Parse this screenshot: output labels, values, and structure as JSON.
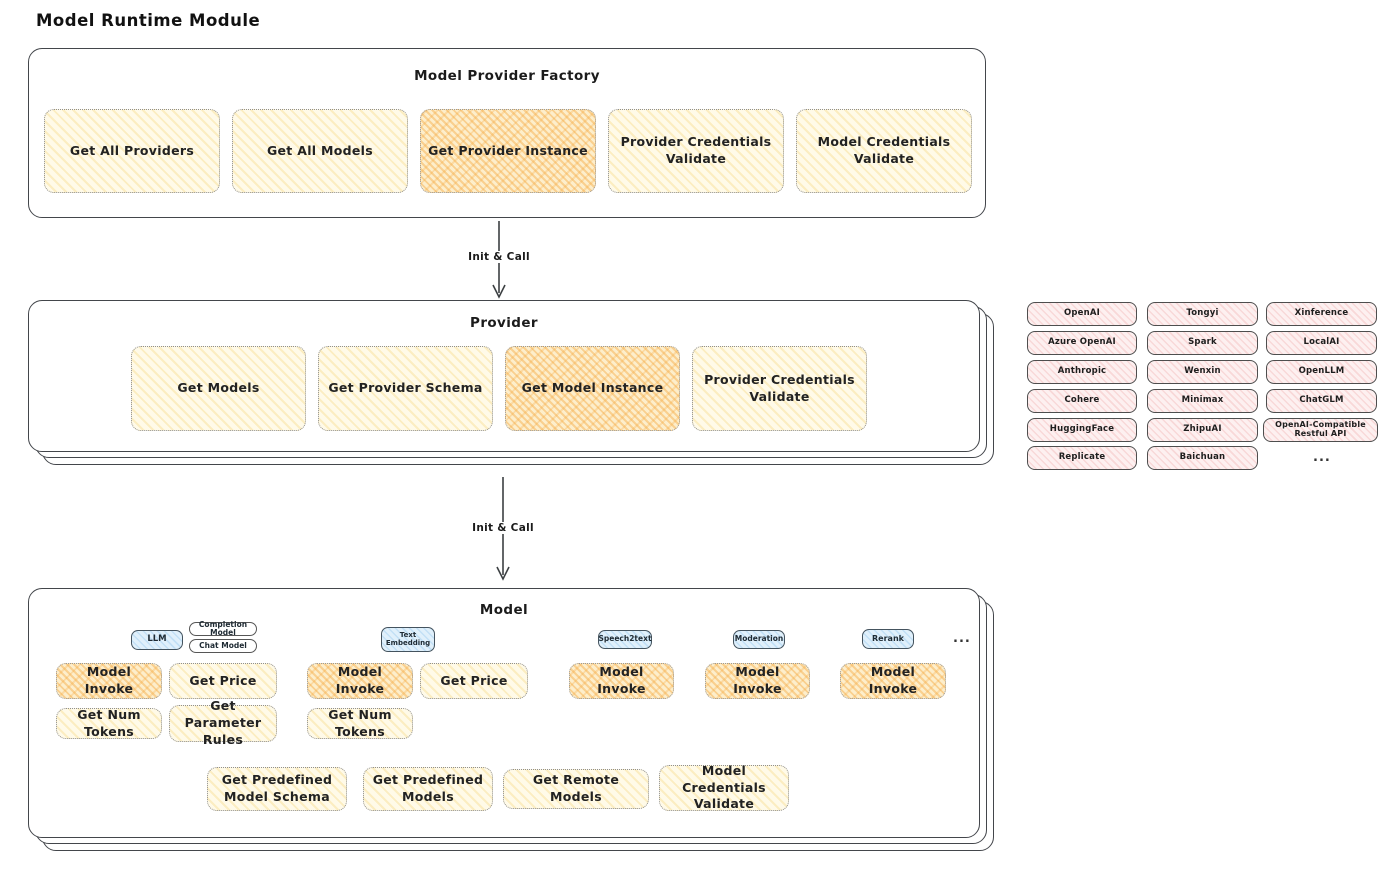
{
  "page_title": "Model Runtime Module",
  "colors": {
    "panel_outline": "#43464b",
    "function_box_yellow": "#fffae8",
    "function_box_orange_highlight": "#fdeecb",
    "provider_chip_pink": "#fdf0f0",
    "model_type_tag_blue": "#e0f0fb",
    "text": "#1e1e1e"
  },
  "factory": {
    "title": "Model Provider Factory",
    "boxes": [
      {
        "label": "Get All Providers",
        "highlighted": false
      },
      {
        "label": "Get All Models",
        "highlighted": false
      },
      {
        "label": "Get Provider Instance",
        "highlighted": true
      },
      {
        "label": "Provider Credentials Validate",
        "highlighted": false
      },
      {
        "label": "Model Credentials Validate",
        "highlighted": false
      }
    ]
  },
  "arrows": {
    "factory_to_provider": "Init & Call",
    "provider_to_model": "Init & Call"
  },
  "provider": {
    "title": "Provider",
    "boxes": [
      {
        "label": "Get Models",
        "highlighted": false
      },
      {
        "label": "Get Provider Schema",
        "highlighted": false
      },
      {
        "label": "Get Model Instance",
        "highlighted": true
      },
      {
        "label": "Provider Credentials Validate",
        "highlighted": false
      }
    ]
  },
  "providers_grid": {
    "col1": [
      "OpenAI",
      "Azure OpenAI",
      "Anthropic",
      "Cohere",
      "HuggingFace",
      "Replicate"
    ],
    "col2": [
      "Tongyi",
      "Spark",
      "Wenxin",
      "Minimax",
      "ZhipuAI",
      "Baichuan"
    ],
    "col3": [
      "Xinference",
      "LocalAI",
      "OpenLLM",
      "ChatGLM",
      "OpenAI-Compatible Restful API"
    ],
    "more": "..."
  },
  "model": {
    "title": "Model",
    "tags": {
      "llm": "LLM",
      "completion_model": "Completion Model",
      "chat_model": "Chat Model",
      "text_embedding": "Text Embedding",
      "speech2text": "Speech2text",
      "moderation": "Moderation",
      "rerank": "Rerank",
      "more": "..."
    },
    "llm_boxes": [
      "Model Invoke",
      "Get Price",
      "Get Num Tokens",
      "Get Parameter Rules"
    ],
    "embedding_boxes": [
      "Model Invoke",
      "Get Price",
      "Get Num Tokens"
    ],
    "speech2text_boxes": [
      "Model Invoke"
    ],
    "moderation_boxes": [
      "Model Invoke"
    ],
    "rerank_boxes": [
      "Model Invoke"
    ],
    "bottom_boxes": [
      "Get Predefined Model Schema",
      "Get Predefined Models",
      "Get Remote Models",
      "Model Credentials Validate"
    ]
  }
}
